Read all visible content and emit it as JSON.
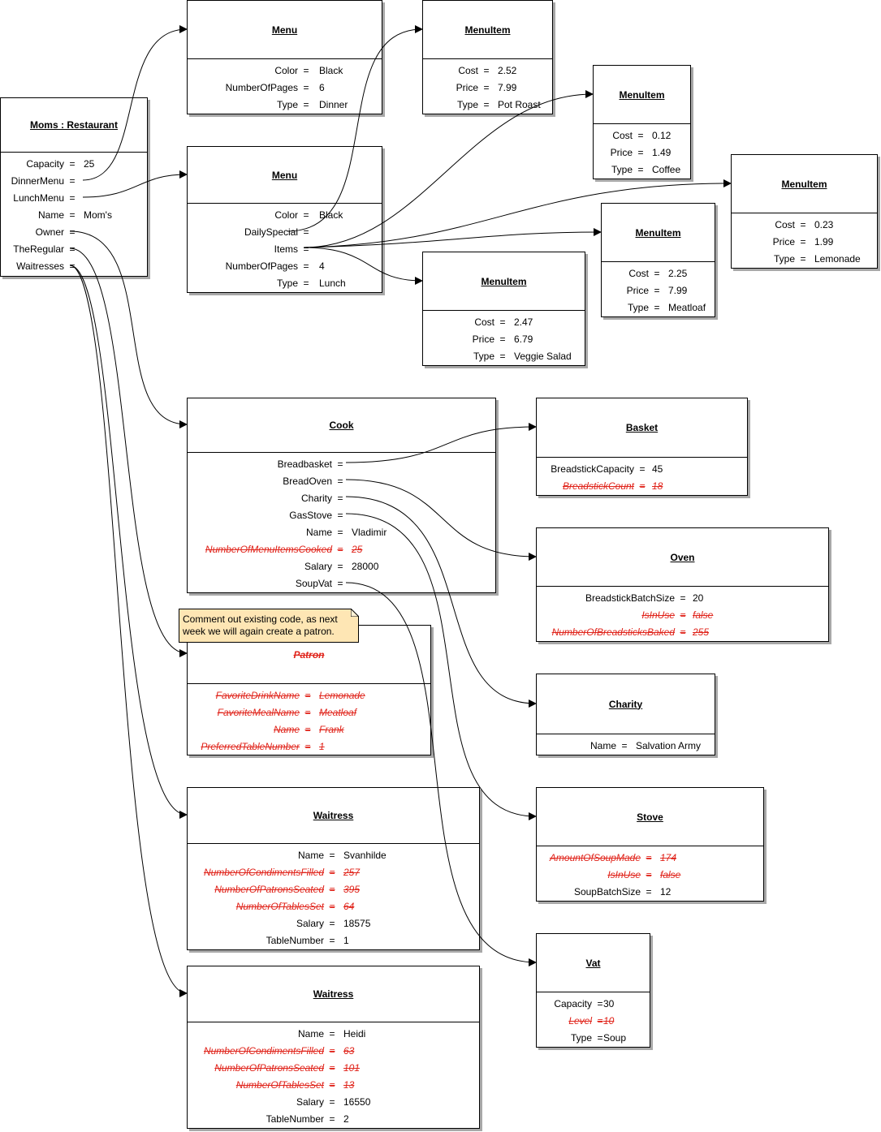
{
  "objects": [
    {
      "id": "restaurant",
      "title": "Moms : Restaurant",
      "props": [
        {
          "name": "Capacity",
          "value": "25"
        },
        {
          "name": "DinnerMenu",
          "value": ""
        },
        {
          "name": "LunchMenu",
          "value": ""
        },
        {
          "name": "Name",
          "value": "Mom's"
        },
        {
          "name": "Owner",
          "value": ""
        },
        {
          "name": "TheRegular",
          "value": ""
        },
        {
          "name": "Waitresses",
          "value": ""
        }
      ]
    },
    {
      "id": "menu-dinner",
      "title": "Menu",
      "props": [
        {
          "name": "Color",
          "value": "Black"
        },
        {
          "name": "NumberOfPages",
          "value": "6"
        },
        {
          "name": "Type",
          "value": "Dinner"
        }
      ]
    },
    {
      "id": "menu-lunch",
      "title": "Menu",
      "props": [
        {
          "name": "Color",
          "value": "Black"
        },
        {
          "name": "DailySpecial",
          "value": ""
        },
        {
          "name": "Items",
          "value": ""
        },
        {
          "name": "NumberOfPages",
          "value": "4"
        },
        {
          "name": "Type",
          "value": "Lunch"
        }
      ]
    },
    {
      "id": "item-potroast",
      "title": "MenuItem",
      "props": [
        {
          "name": "Cost",
          "value": "2.52"
        },
        {
          "name": "Price",
          "value": "7.99"
        },
        {
          "name": "Type",
          "value": "Pot Roast"
        }
      ]
    },
    {
      "id": "item-coffee",
      "title": "MenuItem",
      "props": [
        {
          "name": "Cost",
          "value": "0.12"
        },
        {
          "name": "Price",
          "value": "1.49"
        },
        {
          "name": "Type",
          "value": "Coffee"
        }
      ]
    },
    {
      "id": "item-lemonade",
      "title": "MenuItem",
      "props": [
        {
          "name": "Cost",
          "value": "0.23"
        },
        {
          "name": "Price",
          "value": "1.99"
        },
        {
          "name": "Type",
          "value": "Lemonade"
        }
      ]
    },
    {
      "id": "item-meatloaf",
      "title": "MenuItem",
      "props": [
        {
          "name": "Cost",
          "value": "2.25"
        },
        {
          "name": "Price",
          "value": "7.99"
        },
        {
          "name": "Type",
          "value": "Meatloaf"
        }
      ]
    },
    {
      "id": "item-veggie",
      "title": "MenuItem",
      "props": [
        {
          "name": "Cost",
          "value": "2.47"
        },
        {
          "name": "Price",
          "value": "6.79"
        },
        {
          "name": "Type",
          "value": "Veggie Salad"
        }
      ]
    },
    {
      "id": "cook",
      "title": "Cook",
      "props": [
        {
          "name": "Breadbasket",
          "value": ""
        },
        {
          "name": "BreadOven",
          "value": ""
        },
        {
          "name": "Charity",
          "value": ""
        },
        {
          "name": "GasStove",
          "value": ""
        },
        {
          "name": "Name",
          "value": "Vladimir"
        },
        {
          "name": "NumberOfMenuItemsCooked",
          "value": "25",
          "struck": true
        },
        {
          "name": "Salary",
          "value": "28000"
        },
        {
          "name": "SoupVat",
          "value": ""
        }
      ]
    },
    {
      "id": "basket",
      "title": "Basket",
      "props": [
        {
          "name": "BreadstickCapacity",
          "value": "45"
        },
        {
          "name": "BreadstickCount",
          "value": "18",
          "struck": true
        }
      ]
    },
    {
      "id": "oven",
      "title": "Oven",
      "props": [
        {
          "name": "BreadstickBatchSize",
          "value": "20"
        },
        {
          "name": "IsInUse",
          "value": "false",
          "struck": true
        },
        {
          "name": "NumberOfBreadsticksBaked",
          "value": "255",
          "struck": true
        }
      ]
    },
    {
      "id": "patron",
      "title": "Patron",
      "struck": true,
      "props": [
        {
          "name": "FavoriteDrinkName",
          "value": "Lemonade",
          "struck": true
        },
        {
          "name": "FavoriteMealName",
          "value": "Meatloaf",
          "struck": true
        },
        {
          "name": "Name",
          "value": "Frank",
          "struck": true
        },
        {
          "name": "PreferredTableNumber",
          "value": "1",
          "struck": true
        }
      ]
    },
    {
      "id": "charity",
      "title": "Charity",
      "props": [
        {
          "name": "Name",
          "value": "Salvation Army"
        }
      ]
    },
    {
      "id": "waitress-1",
      "title": "Waitress",
      "props": [
        {
          "name": "Name",
          "value": "Svanhilde"
        },
        {
          "name": "NumberOfCondimentsFilled",
          "value": "257",
          "struck": true
        },
        {
          "name": "NumberOfPatronsSeated",
          "value": "395",
          "struck": true
        },
        {
          "name": "NumberOfTablesSet",
          "value": "64",
          "struck": true
        },
        {
          "name": "Salary",
          "value": "18575"
        },
        {
          "name": "TableNumber",
          "value": "1"
        }
      ]
    },
    {
      "id": "stove",
      "title": "Stove",
      "props": [
        {
          "name": "AmountOfSoupMade",
          "value": "174",
          "struck": true
        },
        {
          "name": "IsInUse",
          "value": "false",
          "struck": true
        },
        {
          "name": "SoupBatchSize",
          "value": "12"
        }
      ]
    },
    {
      "id": "vat",
      "title": "Vat",
      "props": [
        {
          "name": "Capacity",
          "value": "30"
        },
        {
          "name": "Level",
          "value": "10",
          "struck": true
        },
        {
          "name": "Type",
          "value": "Soup"
        }
      ]
    },
    {
      "id": "waitress-2",
      "title": "Waitress",
      "props": [
        {
          "name": "Name",
          "value": "Heidi"
        },
        {
          "name": "NumberOfCondimentsFilled",
          "value": "63",
          "struck": true
        },
        {
          "name": "NumberOfPatronsSeated",
          "value": "101",
          "struck": true
        },
        {
          "name": "NumberOfTablesSet",
          "value": "13",
          "struck": true
        },
        {
          "name": "Salary",
          "value": "16550"
        },
        {
          "name": "TableNumber",
          "value": "2"
        }
      ]
    }
  ],
  "note": {
    "text": "Comment out existing code, as next week we will again create a patron."
  },
  "colors": {
    "strike": "#e0241b",
    "note_fill": "#fee6b4",
    "shadow": "#a8a8a8"
  }
}
